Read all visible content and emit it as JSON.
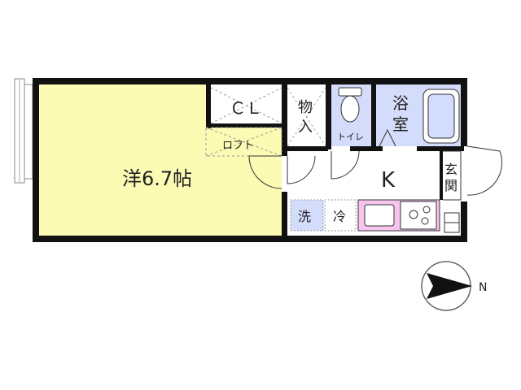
{
  "rooms": {
    "western": "洋6.7帖",
    "closet": "ＣＬ",
    "loft": "ロフト",
    "storage_line1": "物",
    "storage_line2": "入",
    "toilet": "トイレ",
    "bath_line1": "浴",
    "bath_line2": "室",
    "kitchen": "K",
    "entrance_line1": "玄",
    "entrance_line2": "関",
    "washer": "洗",
    "fridge": "冷"
  },
  "compass": {
    "label": "N"
  },
  "colors": {
    "western_room": "#fbfbb4",
    "bath": "#d4dcfb",
    "toilet": "#d4dcfb",
    "washer": "#d4dcfb",
    "kitchen_counter": "#f6c4ec",
    "wall": "#111111",
    "closet_fill": "#ffffff"
  }
}
